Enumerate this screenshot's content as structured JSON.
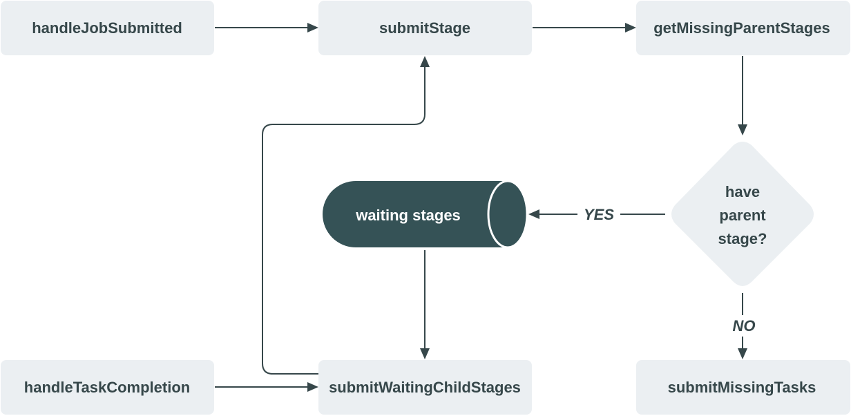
{
  "nodes": {
    "handle_job_submitted": "handleJobSubmitted",
    "submit_stage": "submitStage",
    "get_missing_parent_stages": "getMissingParentStages",
    "have_parent_stage": [
      "have",
      "parent",
      "stage?"
    ],
    "waiting_stages": "waiting stages",
    "handle_task_completion": "handleTaskCompletion",
    "submit_waiting_child_stages": "submitWaitingChildStages",
    "submit_missing_tasks": "submitMissingTasks"
  },
  "edge_labels": {
    "yes": "YES",
    "no": "NO"
  },
  "colors": {
    "node_fill": "#ebeff2",
    "text": "#36474a",
    "queue_fill": "#355256"
  }
}
